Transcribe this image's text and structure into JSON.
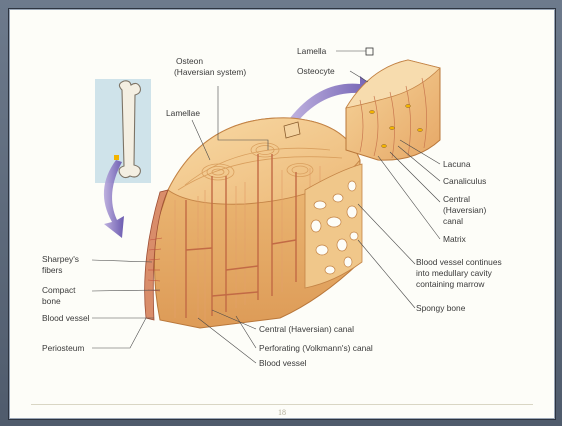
{
  "figure": {
    "page_number": "18",
    "labels": {
      "osteon": [
        "Osteon",
        "(Haversian system)"
      ],
      "lamellae": "Lamellae",
      "lamella": "Lamella",
      "osteocyte": "Osteocyte",
      "lacuna": "Lacuna",
      "canaliculus": "Canaliculus",
      "central_canal_inset": [
        "Central",
        "(Haversian)",
        "canal"
      ],
      "matrix": "Matrix",
      "blood_vessel_continues": [
        "Blood vessel continues",
        "into medullary cavity",
        "containing marrow"
      ],
      "spongy_bone": "Spongy bone",
      "sharpeys_fibers": [
        "Sharpey's",
        "fibers"
      ],
      "compact_bone": [
        "Compact",
        "bone"
      ],
      "blood_vessel_left": "Blood vessel",
      "periosteum": "Periosteum",
      "central_canal_bottom": "Central (Haversian) canal",
      "perforating_canal": "Perforating (Volkmann's) canal",
      "blood_vessel_bottom": "Blood vessel"
    }
  }
}
